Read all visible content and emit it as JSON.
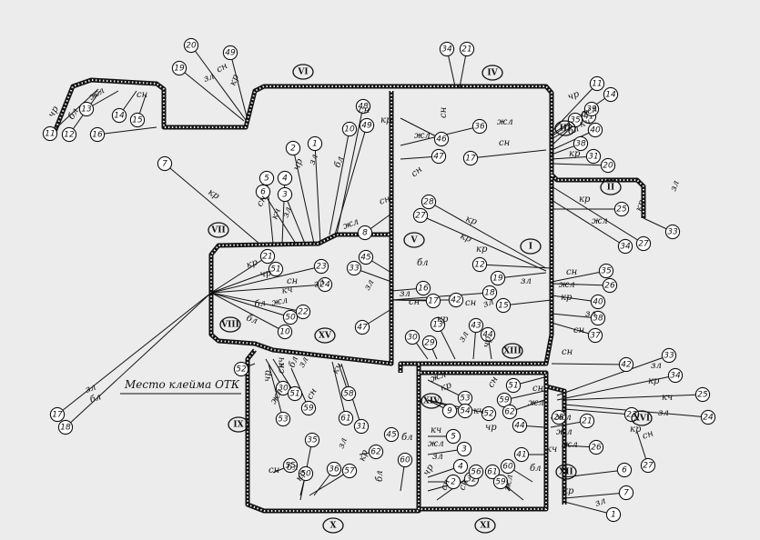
{
  "caption": "Место клейма ОТК",
  "panel_labels": [
    "VI",
    "IV",
    "III",
    "II",
    "VII",
    "V",
    "I",
    "VIII",
    "XV",
    "XIII",
    "IX",
    "XIV",
    "XVI",
    "XII",
    "X",
    "XI"
  ],
  "terminal_labels": [
    "20",
    "49",
    "19",
    "11",
    "12",
    "13",
    "14",
    "15",
    "16",
    "34",
    "21",
    "36",
    "46",
    "47",
    "17",
    "11",
    "14",
    "35",
    "41",
    "39",
    "40",
    "38",
    "31",
    "20",
    "48",
    "49",
    "10",
    "2",
    "1",
    "7",
    "5",
    "4",
    "6",
    "3",
    "8",
    "28",
    "27",
    "25",
    "34",
    "27",
    "33",
    "21",
    "51",
    "23",
    "24",
    "50",
    "22",
    "10",
    "45",
    "33",
    "47",
    "16",
    "17",
    "42",
    "18",
    "15",
    "12",
    "19",
    "35",
    "26",
    "40",
    "38",
    "37",
    "30",
    "29",
    "13",
    "43",
    "44",
    "52",
    "30",
    "51",
    "53",
    "59",
    "58",
    "61",
    "31",
    "35",
    "55",
    "50",
    "36",
    "57",
    "62",
    "45",
    "60",
    "42",
    "33",
    "34",
    "25",
    "24",
    "53",
    "9",
    "54",
    "52",
    "51",
    "59",
    "62",
    "28",
    "21",
    "5",
    "3",
    "41",
    "44",
    "2",
    "4",
    "32",
    "56",
    "61",
    "60",
    "59",
    "23",
    "6",
    "7",
    "1",
    "26",
    "27",
    "17",
    "18"
  ],
  "conductor_codes": [
    "чр",
    "бл",
    "жл",
    "сн",
    "зл",
    "кр",
    "кч"
  ],
  "bundle_color": "#111111"
}
